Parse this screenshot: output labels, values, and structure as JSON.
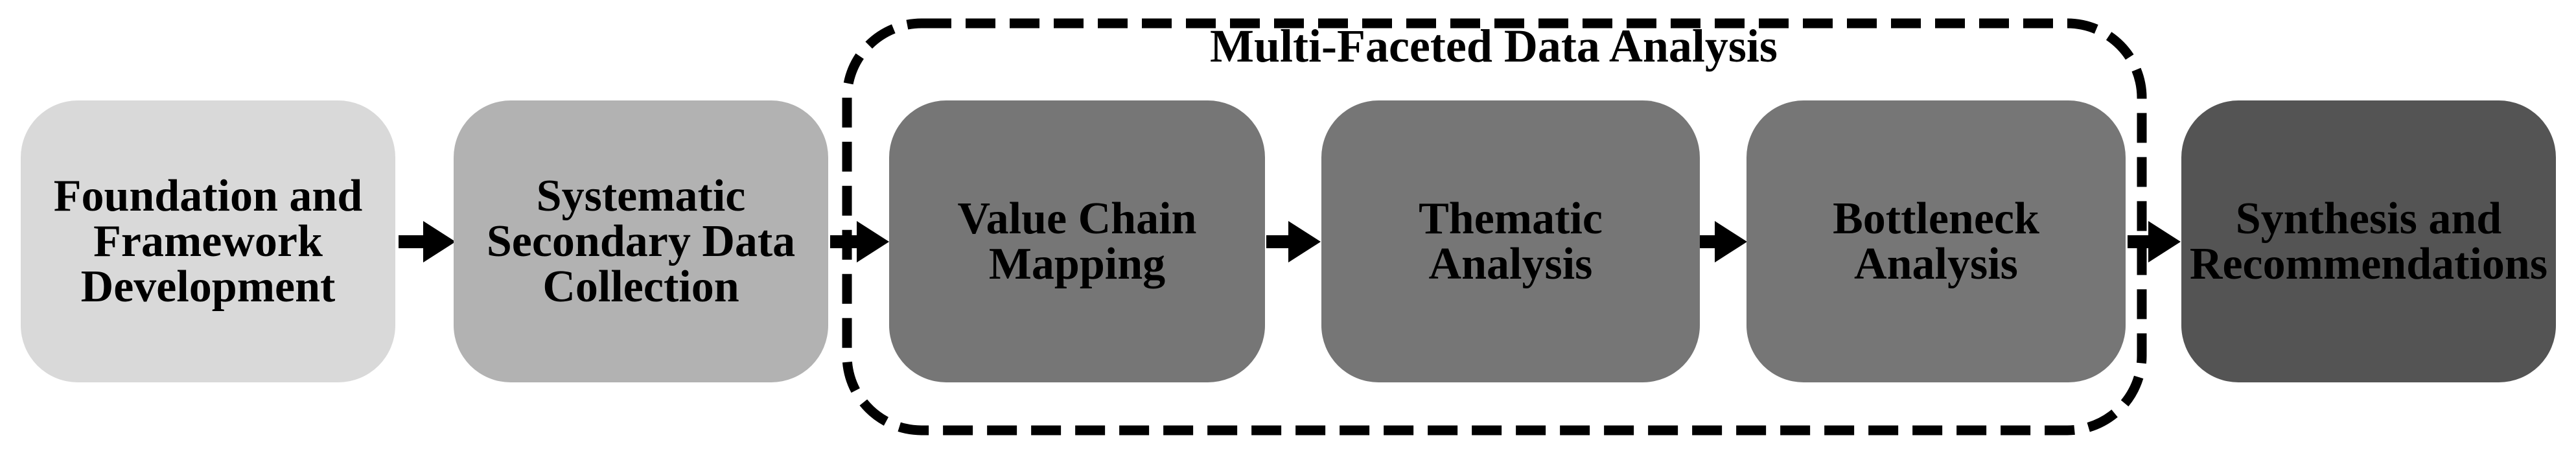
{
  "figure": {
    "background": "#FFFFFF",
    "text_color": "#000000",
    "arrow_color": "#000000",
    "group": {
      "title": "Multi-Faceted Data Analysis",
      "border_color": "#000000",
      "border_style": "dashed",
      "contains": [
        "value-chain-mapping",
        "thematic-analysis",
        "bottleneck-analysis"
      ]
    },
    "nodes": [
      {
        "id": "foundation-framework",
        "label": "Foundation and\nFramework\nDevelopment",
        "fill": "#D9D9D9"
      },
      {
        "id": "secondary-data-collection",
        "label": "Systematic\nSecondary Data\nCollection",
        "fill": "#B2B2B2"
      },
      {
        "id": "value-chain-mapping",
        "label": "Value Chain\nMapping",
        "fill": "#767676"
      },
      {
        "id": "thematic-analysis",
        "label": "Thematic\nAnalysis",
        "fill": "#767676"
      },
      {
        "id": "bottleneck-analysis",
        "label": "Bottleneck\nAnalysis",
        "fill": "#767676"
      },
      {
        "id": "synthesis-recommendations",
        "label": "Synthesis and\nRecommendations",
        "fill": "#545454"
      }
    ],
    "arrows": [
      {
        "from": "foundation-framework",
        "to": "secondary-data-collection"
      },
      {
        "from": "secondary-data-collection",
        "to": "value-chain-mapping"
      },
      {
        "from": "value-chain-mapping",
        "to": "thematic-analysis"
      },
      {
        "from": "thematic-analysis",
        "to": "bottleneck-analysis"
      },
      {
        "from": "bottleneck-analysis",
        "to": "synthesis-recommendations"
      }
    ]
  }
}
